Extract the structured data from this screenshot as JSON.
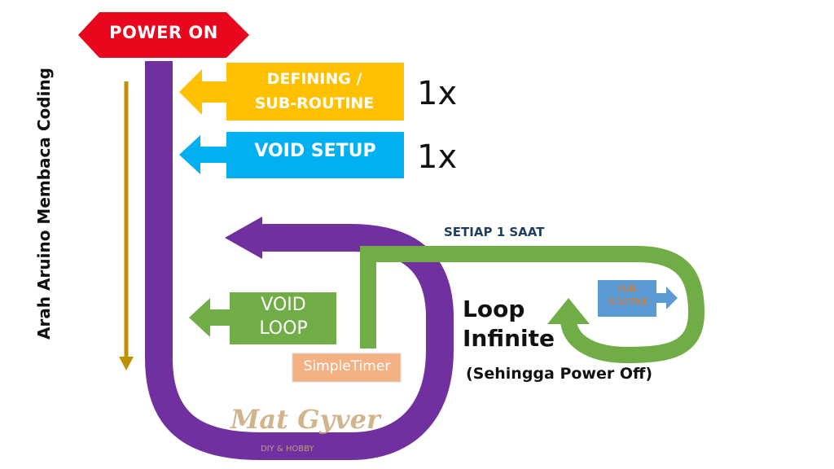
{
  "power_on": "POWER ON",
  "defining": {
    "line1": "DEFINING /",
    "line2": "SUB-ROUTINE",
    "count": "1x"
  },
  "setup": {
    "label": "VOID SETUP",
    "count": "1x"
  },
  "loop": {
    "line1": "VOID",
    "line2": "LOOP"
  },
  "timer": "SimpleTimer",
  "interval": "SETIAP 1 SAAT",
  "sub_routine": {
    "line1": "SUB-",
    "line2": "ROUTINE"
  },
  "infinite": {
    "line1": "Loop",
    "line2": "Infinite",
    "note": "(Sehingga Power Off)"
  },
  "direction_label": "Arah Aruino Membaca Coding",
  "watermark": {
    "name": "Mat Gyver",
    "tagline": "DIY & HOBBY"
  },
  "colors": {
    "power": "#e8071c",
    "defining": "#ffc000",
    "setup": "#00b0f0",
    "loop_green": "#70ad47",
    "main_purple": "#7030a0",
    "timer": "#f4b183",
    "sub_routine": "#5b9bd5",
    "direction_arrow": "#bf9000"
  },
  "icons": [
    "power-on-banner",
    "left-arrow",
    "down-arrow",
    "curved-arrow",
    "right-arrow"
  ]
}
